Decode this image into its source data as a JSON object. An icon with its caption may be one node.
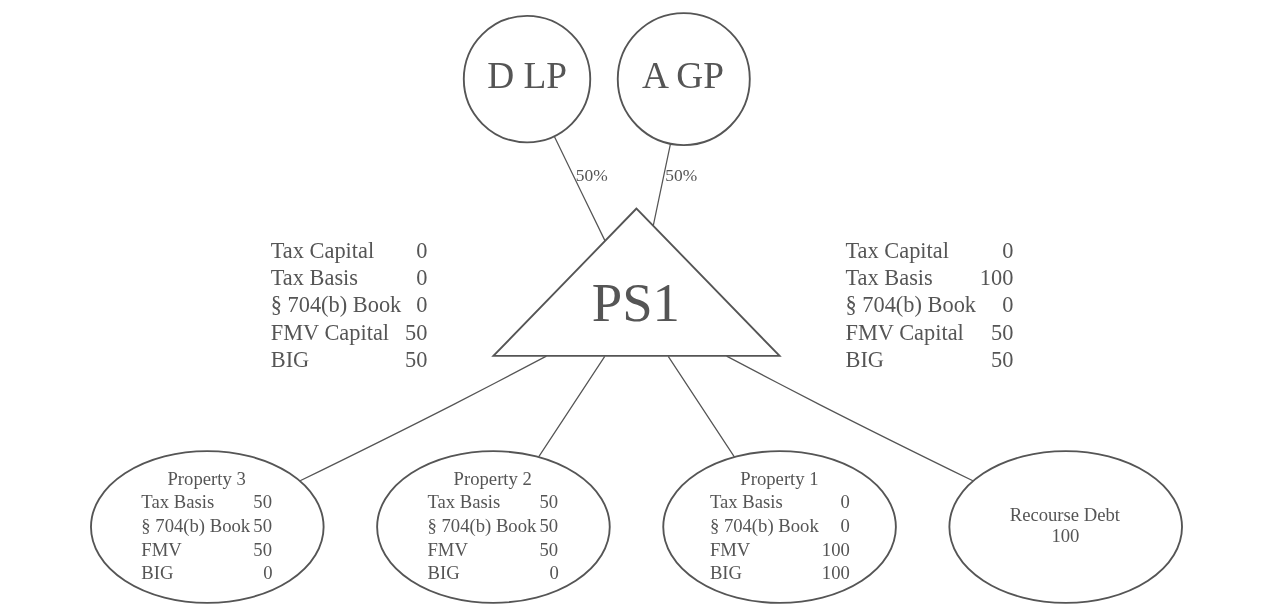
{
  "diagram": {
    "nodes": [
      {
        "text": [
          "D LP"
        ],
        "beside": [
          "Tax Capital",
          "0",
          "Tax Basis",
          "0",
          "§ 704(b) Book",
          "0",
          "FMV Capital",
          "50",
          "BIG",
          "50"
        ]
      },
      {
        "text": [
          "A GP"
        ],
        "beside": [
          "Tax Capital",
          "0",
          "Tax Basis",
          "100",
          "§ 704(b) Book",
          "0",
          "FMV Capital",
          "50",
          "BIG",
          "50"
        ]
      },
      {
        "text": [
          "PS1"
        ]
      },
      {
        "text": [
          "Property 3",
          "Tax Basis",
          "50",
          "§ 704(b) Book",
          "50",
          "FMV",
          "50",
          "BIG",
          "0"
        ]
      },
      {
        "text": [
          "Property 2",
          "Tax Basis",
          "50",
          "§ 704(b) Book",
          "50",
          "FMV",
          "50",
          "BIG",
          "0"
        ]
      },
      {
        "text": [
          "Property 1",
          "Tax Basis",
          "0",
          "§ 704(b) Book",
          "0",
          "FMV",
          "100",
          "BIG",
          "100"
        ]
      },
      {
        "text": [
          "Recourse Debt",
          "100"
        ]
      }
    ],
    "edges": [
      {
        "from": 0,
        "to": 2,
        "arrow": "none",
        "label": "50%"
      },
      {
        "from": 1,
        "to": 2,
        "arrow": "none",
        "label": "50%"
      },
      {
        "from": 2,
        "to": 3,
        "arrow": "none"
      },
      {
        "from": 2,
        "to": 4,
        "arrow": "none"
      },
      {
        "from": 2,
        "to": 5,
        "arrow": "none"
      },
      {
        "from": 2,
        "to": 6,
        "arrow": "none"
      }
    ]
  }
}
